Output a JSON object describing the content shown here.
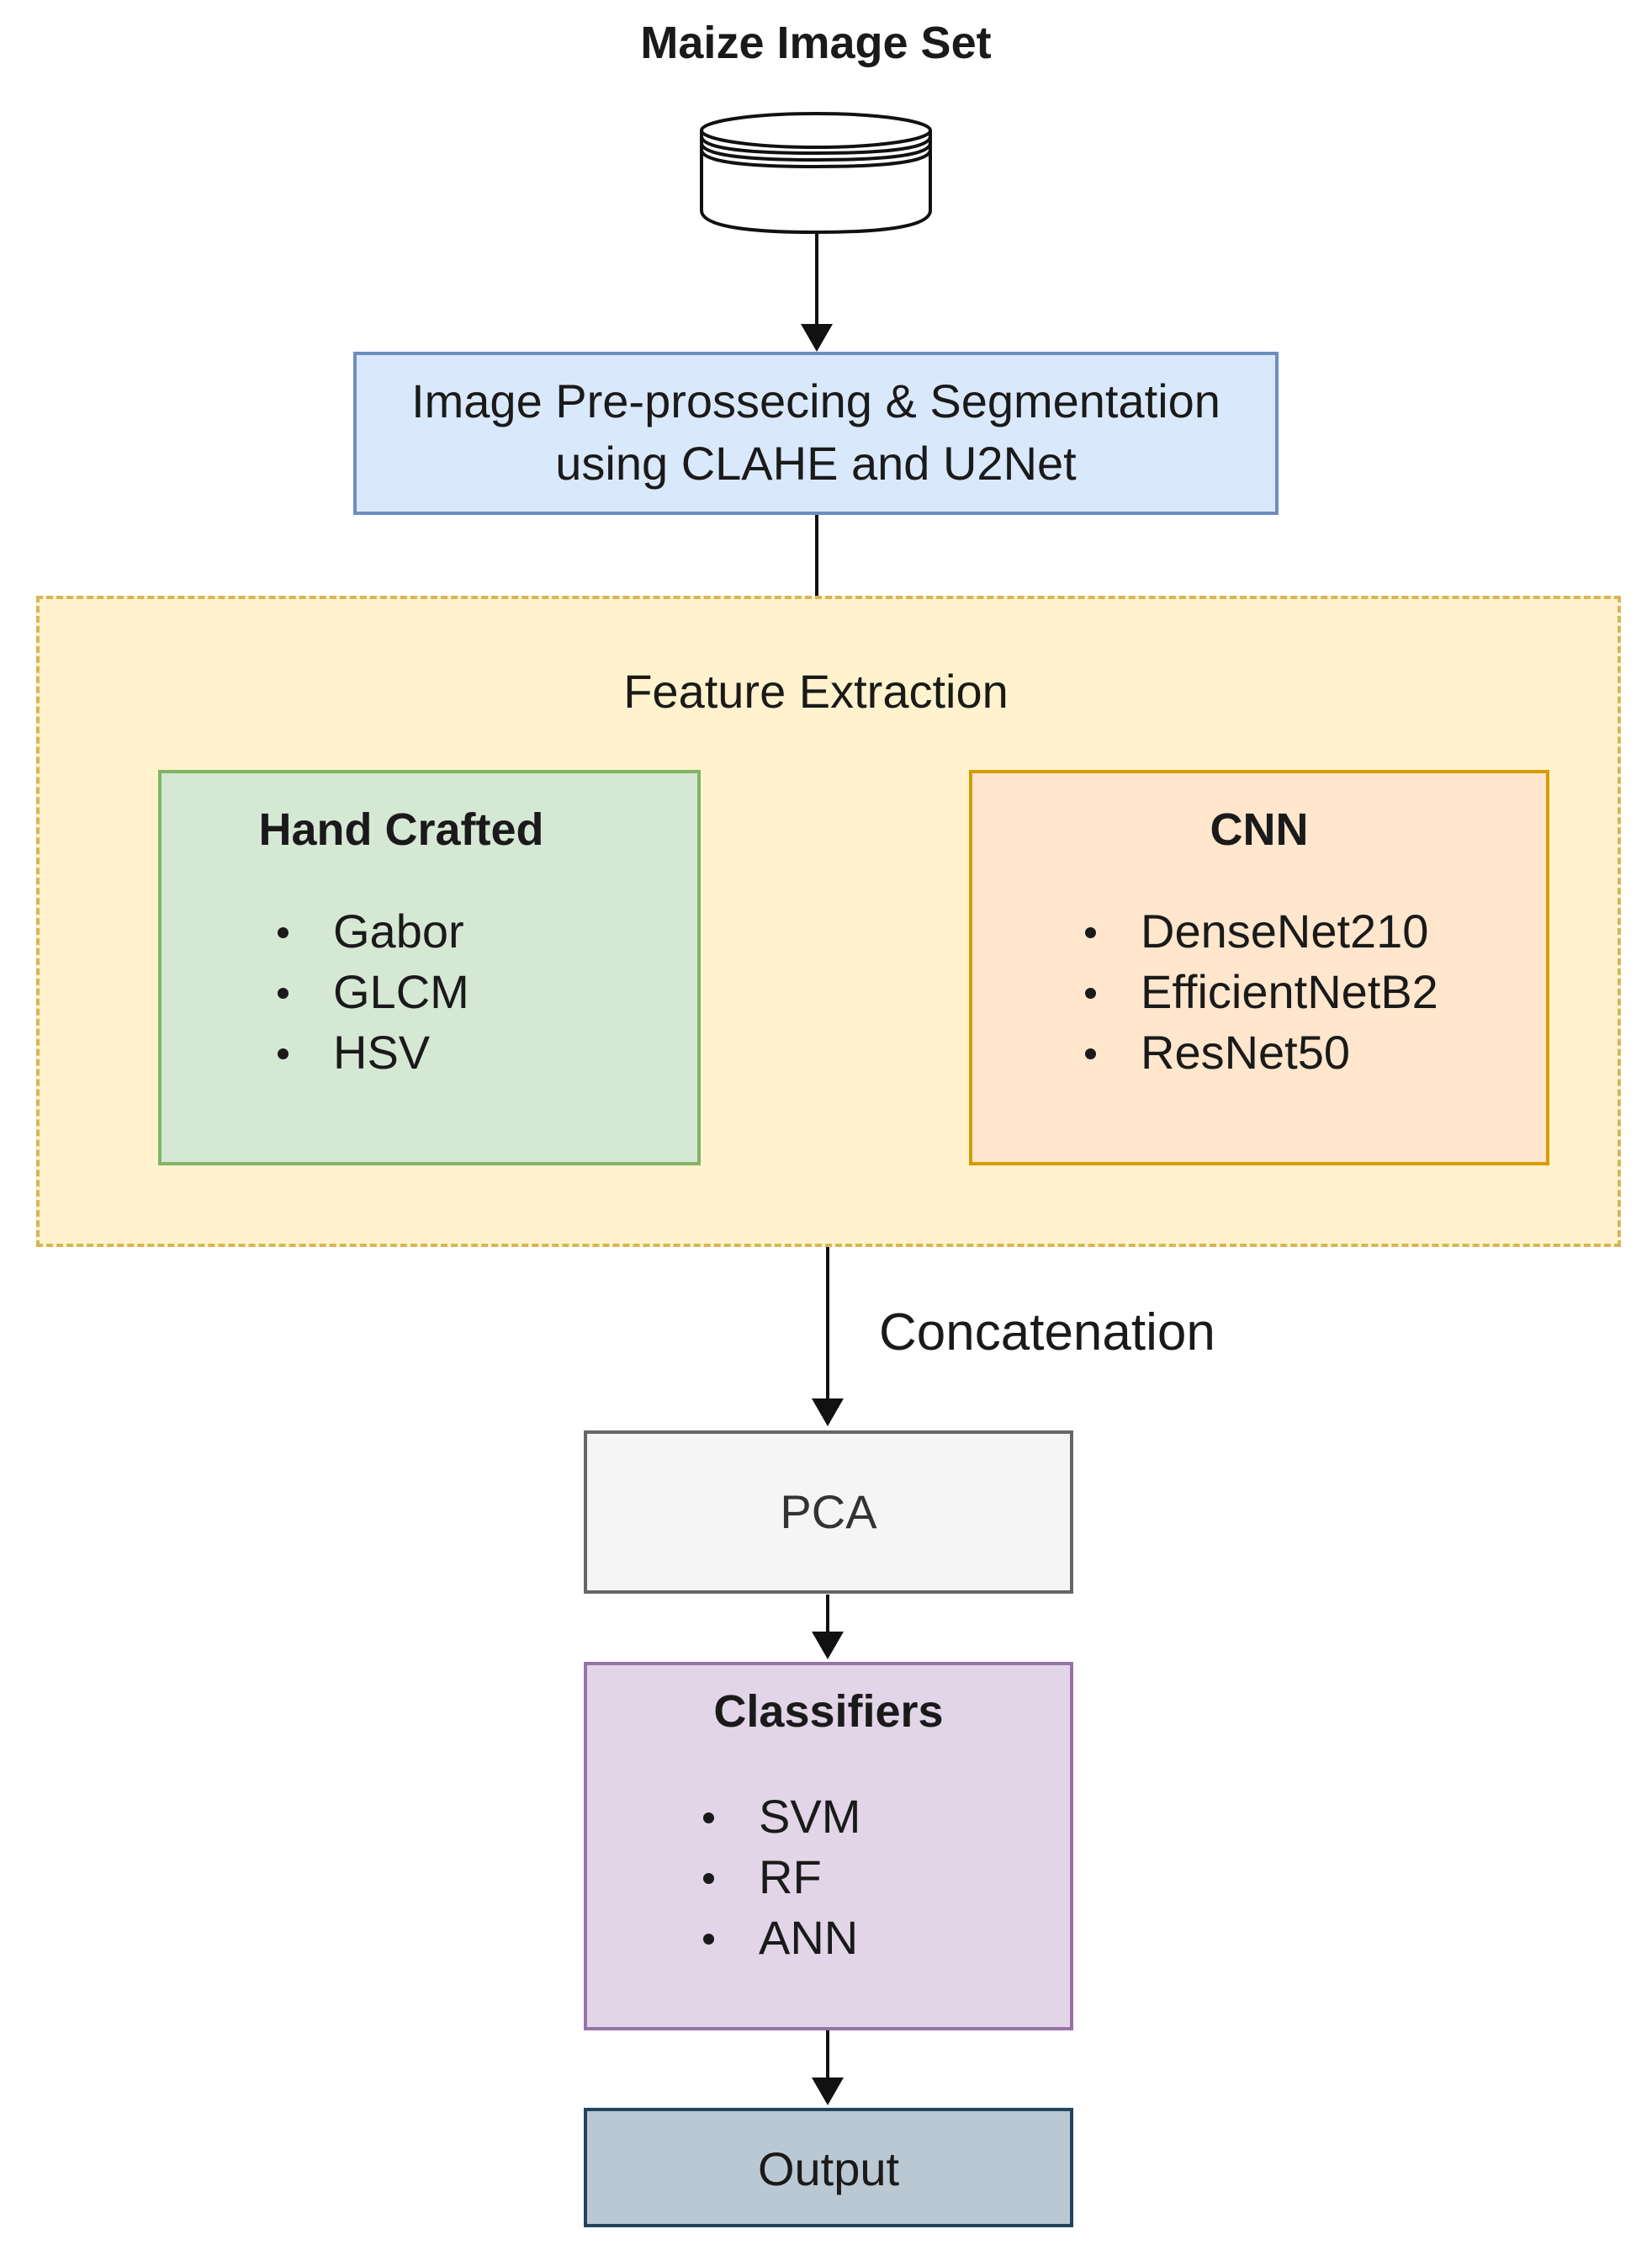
{
  "title": "Maize Image Set",
  "preprocess": {
    "line1": "Image Pre-prossecing & Segmentation",
    "line2": "using CLAHE and U2Net"
  },
  "feature_extraction": {
    "label": "Feature Extraction"
  },
  "hand_crafted": {
    "title": "Hand Crafted",
    "items": [
      "Gabor",
      "GLCM",
      "HSV"
    ]
  },
  "cnn": {
    "title": "CNN",
    "items": [
      "DenseNet210",
      "EfficientNetB2",
      "ResNet50"
    ]
  },
  "concatenation": "Concatenation",
  "pca": "PCA",
  "classifiers": {
    "title": "Classifiers",
    "items": [
      "SVM",
      "RF",
      "ANN"
    ]
  },
  "output": "Output",
  "colors": {
    "preprocess_fill": "#dae8fc",
    "preprocess_border": "#6c8ebf",
    "feature_fill": "#fff2cc",
    "feature_border": "#d6b656",
    "hand_fill": "#d5e8d4",
    "hand_border": "#82b366",
    "cnn_fill": "#ffe6cc",
    "cnn_border": "#d79b00",
    "pca_fill": "#f5f5f5",
    "pca_border": "#666666",
    "classifiers_fill": "#e1d5e7",
    "classifiers_border": "#9673a6",
    "output_fill": "#bac8d3",
    "output_border": "#23445d"
  }
}
